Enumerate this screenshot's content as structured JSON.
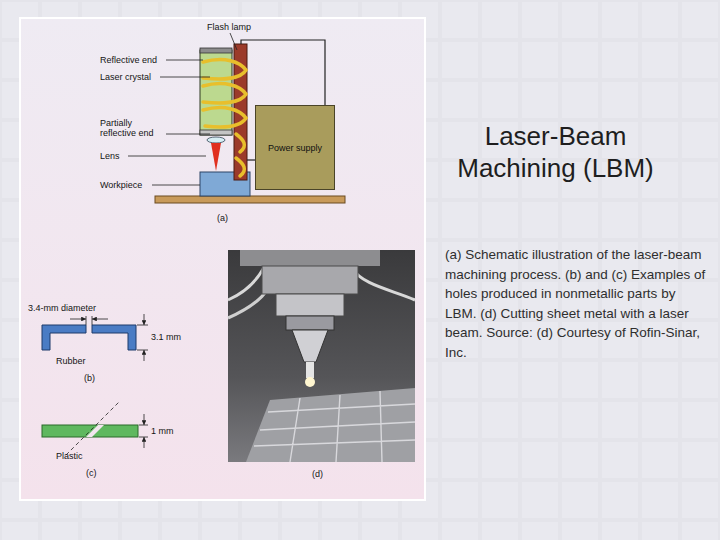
{
  "diagram": {
    "title": "Laser-Beam Machining (LBM)",
    "caption": "(a) Schematic illustration of the laser-beam machining process. (b) and (c) Examples of holes produced in nonmetallic parts by LBM. (d) Cutting sheet metal with a laser beam. Source: (d) Courtesy of Rofin-Sinar, Inc.",
    "nodes": [
      {
        "text": [
          "Power supply"
        ]
      }
    ],
    "labels": [
      "Flash lamp",
      "Reflective end",
      "Laser crystal",
      "Partially reflective end",
      "Lens",
      "Workpiece",
      "(a)",
      "3.4-mm diameter",
      "3.1 mm",
      "Rubber",
      "(b)",
      "1 mm",
      "Plastic",
      "(c)",
      "(d)"
    ]
  }
}
